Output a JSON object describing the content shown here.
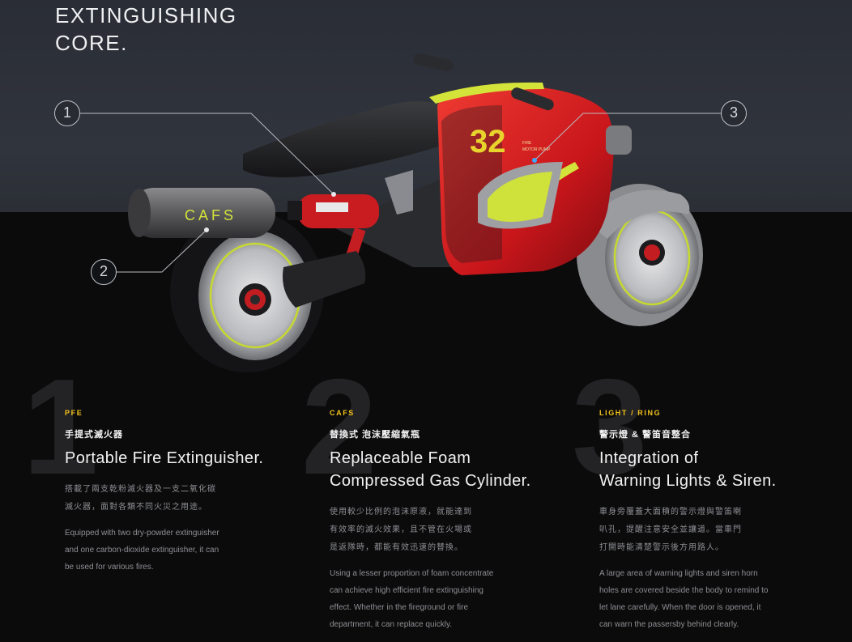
{
  "header": {
    "line1": "EXTINGUISHING",
    "line2": "CORE."
  },
  "callouts": [
    "1",
    "2",
    "3"
  ],
  "bike": {
    "exhaust_label": "CAFS",
    "body_number": "32",
    "body_small_1": "FIRE",
    "body_small_2": "MOTOR PUMP",
    "colors": {
      "body": "#d81f23",
      "accent": "#d4e33a",
      "dark": "#1a1a1c"
    }
  },
  "features": [
    {
      "number": "1",
      "tag": "PFE",
      "cn_title": "手提式滅火器",
      "en_title": "Portable Fire Extinguisher.",
      "cn_lines": [
        "搭載了兩支乾粉滅火器及一支二氧化碳",
        "滅火器，面對各類不同火災之用途。"
      ],
      "en_lines": [
        "Equipped with two dry-powder extinguisher",
        "and one carbon-dioxide  extinguisher, it can",
        "be used for various fires."
      ]
    },
    {
      "number": "2",
      "tag": "CAFS",
      "cn_title": "替換式 泡沫壓縮氣瓶",
      "en_title_1": "Replaceable Foam",
      "en_title_2": "Compressed Gas Cylinder.",
      "cn_lines": [
        "使用較少比例的泡沫原液，就能達到",
        "有效率的滅火效果，且不管在火場或",
        "是返隊時，都能有效迅速的替換。"
      ],
      "en_lines": [
        "Using a lesser proportion of foam concentrate",
        "can achieve high efficient fire extinguishing",
        "effect. Whether in the fireground or fire",
        "department, it can replace quickly."
      ]
    },
    {
      "number": "3",
      "tag": "LIGHT / RING",
      "cn_title": "警示燈 & 警笛音整合",
      "en_title_1": "Integration of",
      "en_title_2": "Warning Lights & Siren.",
      "cn_lines": [
        "車身旁覆蓋大面積的警示燈與警笛喇",
        "叭孔，提醒注意安全並讓道。當車門",
        "打開時能清楚警示後方用路人。"
      ],
      "en_lines": [
        "A large area of warning lights and siren horn",
        "holes are covered beside the body to remind to",
        "let lane carefully. When the door is opened, it",
        "can warn the passersby behind clearly."
      ]
    }
  ]
}
